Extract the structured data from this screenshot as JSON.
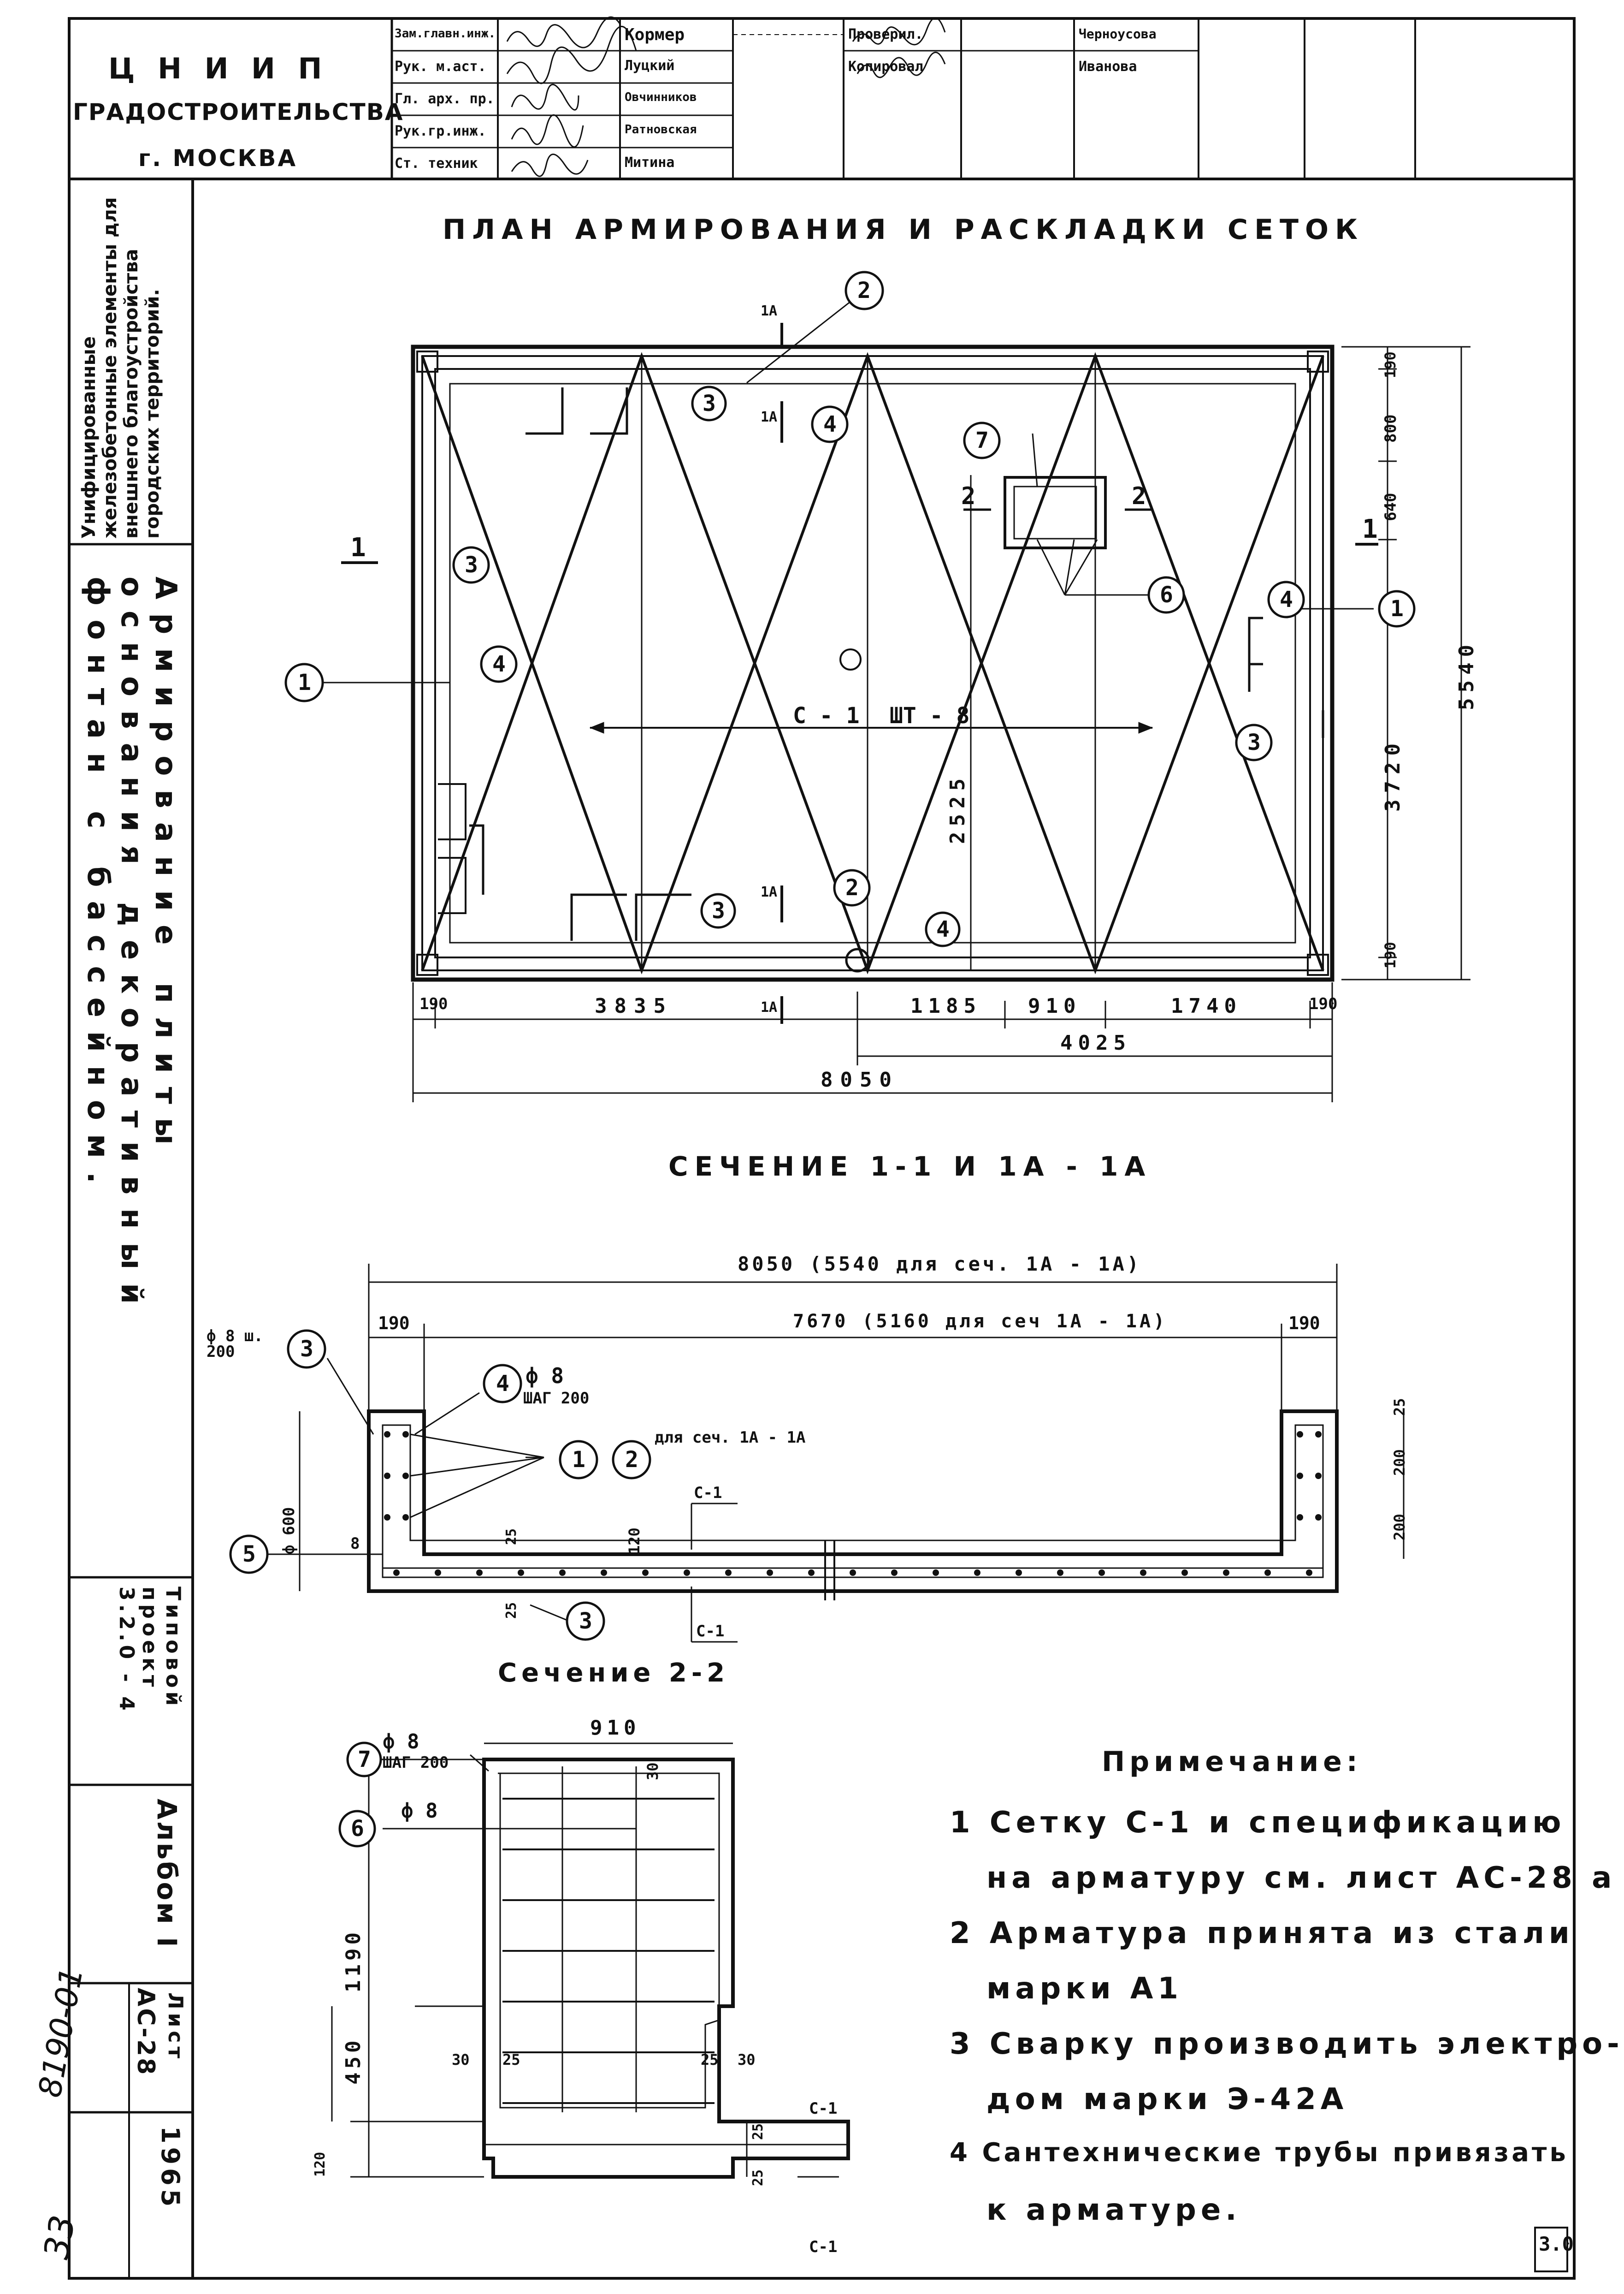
{
  "title_block": {
    "org": {
      "line1": "Ц Н И И П",
      "line2": "ГРАДОСТРОИТЕЛЬСТВА",
      "line3": "г. МОСКВА"
    },
    "roles": [
      {
        "role": "Зам.главн.инж.",
        "name": "Кормер"
      },
      {
        "role": "Рук. м.аст.",
        "name": "Луцкий"
      },
      {
        "role": "Гл. арх. пр.",
        "name": "Овчинников"
      },
      {
        "role": "Рук.гр.инж.",
        "name": "Ратновская"
      },
      {
        "role": "Ст. техник",
        "name": "Митина"
      }
    ],
    "checks": [
      {
        "role": "Проверил.",
        "name": "Черноусова"
      },
      {
        "role": "Копировал",
        "name": "Иванова"
      }
    ]
  },
  "side_block": {
    "series": "Унифицированные железобетонные элементы для внешнего благоустройства городских территорий.",
    "sheet_title": "Армирование плиты основания декоративный фонтан с бассейном.",
    "project": "Типовой проект 3.2.0 - 4",
    "album": "Альбом I",
    "sheet_label": "Лист",
    "sheet_number": "АС-28",
    "year": "1965",
    "inventory": "8190-01",
    "page_mark": "33"
  },
  "plan": {
    "title": "ПЛАН АРМИРОВАНИЯ И РАСКЛАДКИ СЕТОК",
    "mesh_label": "С - 1",
    "mesh_count": "ШТ - 8",
    "dim_left": "2525",
    "dims_bottom": [
      "190",
      "3835",
      "1185",
      "910",
      "1740",
      "190"
    ],
    "dim_right_part": "4025",
    "dim_total": "8050",
    "dims_right": [
      "190",
      "800",
      "640",
      "3720",
      "190"
    ],
    "dim_height": "5540",
    "cut_1": "1",
    "cut_1a": "1А",
    "cut_2": "2",
    "bubbles": [
      "1",
      "2",
      "3",
      "4",
      "5",
      "6",
      "7"
    ]
  },
  "section_11": {
    "title": "СЕЧЕНИЕ 1-1 И 1А - 1А",
    "dim_total": "8050 (5540 для сеч. 1А - 1А)",
    "dim_inner": "7670 (5160 для сеч 1А - 1А)",
    "dim_side": "190",
    "bar3_spec": "ф 8 ш. 200",
    "bar4_spec": "ф 8",
    "bar4_step": "ШАГ 200",
    "for_section": "для сеч. 1А - 1А",
    "mesh": "С-1",
    "dims_right": [
      "25",
      "200",
      "200"
    ],
    "dim_thk": "120",
    "dim_25": "25",
    "bar5_spec": "ф 600",
    "dim_8": "8"
  },
  "section_22": {
    "title": "Сечение 2-2",
    "dim_width": "910",
    "bar7_spec": "ф 8",
    "bar7_step": "ШАГ 200",
    "bar6_spec": "ф 8",
    "dim_height": "1190",
    "dim_low": "450",
    "dim_120": "120",
    "dim_30": "30",
    "dim_25": "25",
    "mesh": "С-1"
  },
  "notes": {
    "heading": "Примечание:",
    "items": [
      "1 Сетку С-1 и спецификацию",
      "на арматуру см. лист АС-28 а",
      "2 Арматура принята из стали",
      "марки А1",
      "3 Сварку производить электро-",
      "дом марки Э-42А",
      "4 Сантехнические трубы привязать",
      "к арматуре."
    ]
  },
  "stamp": "3.0"
}
